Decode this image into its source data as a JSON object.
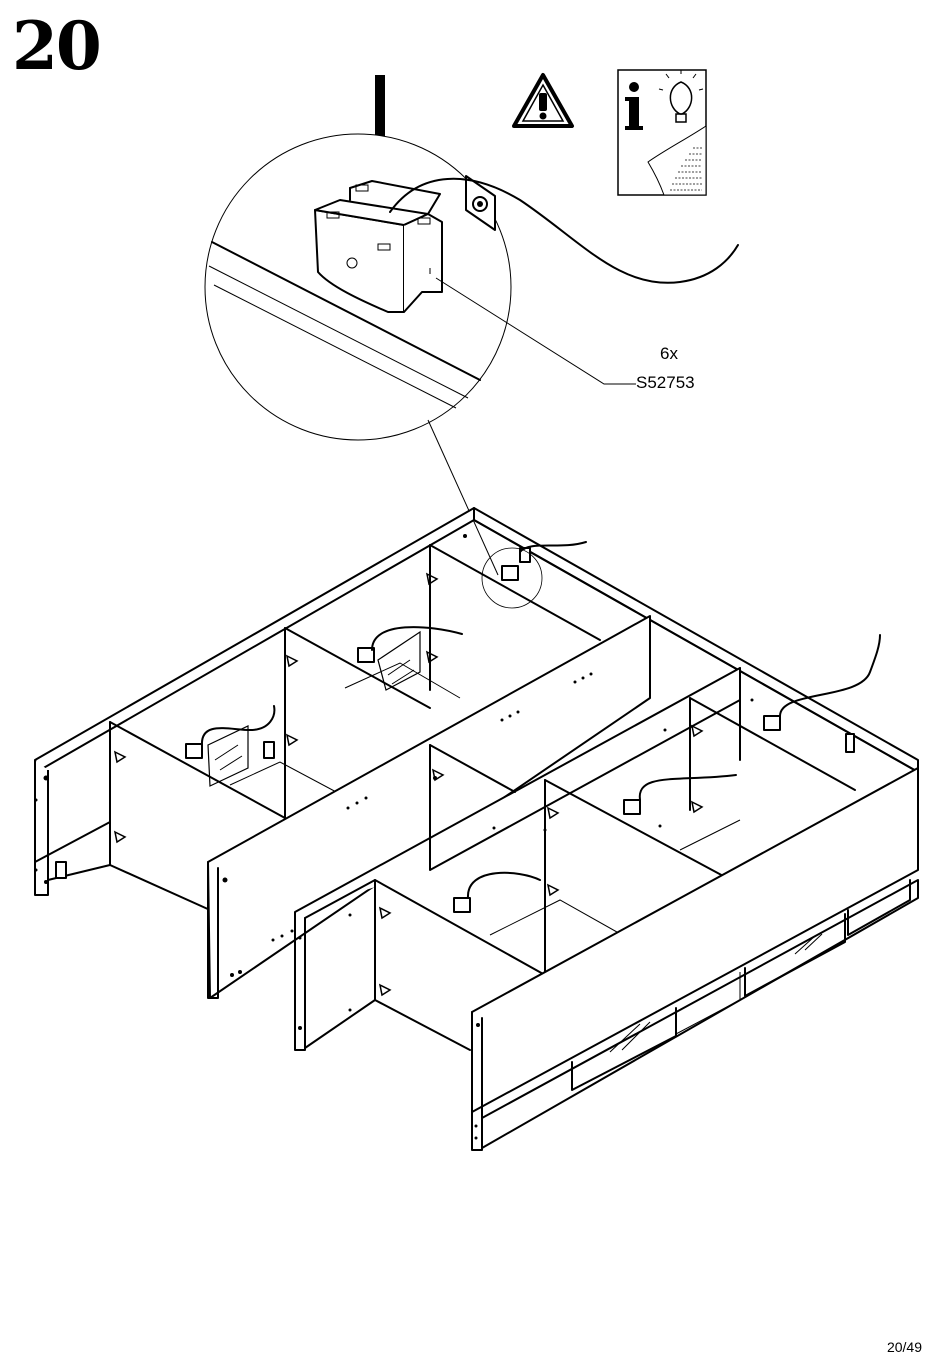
{
  "step": {
    "number": "20"
  },
  "callout": {
    "quantity": "6x",
    "part_code": "S52753"
  },
  "footer": {
    "page": "20/49"
  },
  "icons": {
    "warning": "warning-triangle-icon",
    "info": "info-lightbulb-icon",
    "arrow": "arrow-down-icon"
  }
}
